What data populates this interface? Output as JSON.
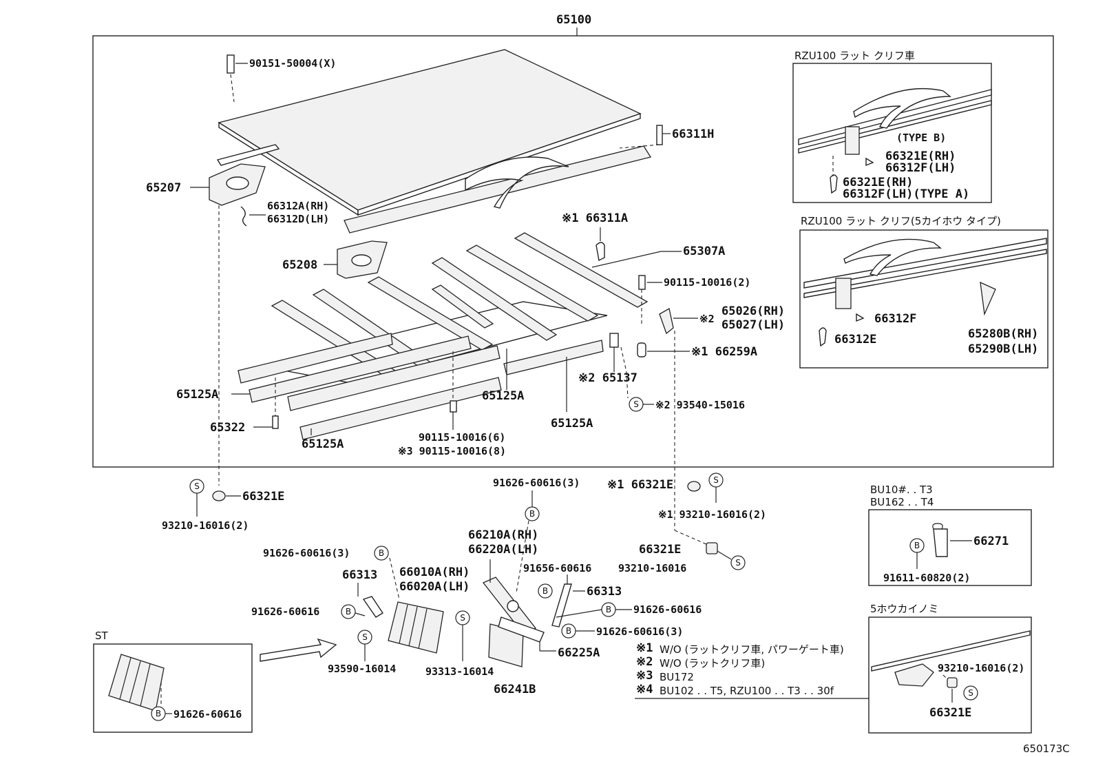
{
  "top_label": "65100",
  "figure_code": "650173C",
  "inset_rzu100_ratcliff": {
    "title": "RZU100 ラット クリフ車",
    "type_b": "(TYPE B)",
    "p1": "66321E(RH)",
    "p2": "66312F(LH)",
    "p3": "66321E(RH)",
    "p4": "66312F(LH)(TYPE A)"
  },
  "inset_rzu100_5kaihou": {
    "title": "RZU100 ラット クリフ(5カイホウ タイプ)",
    "p1": "66312F",
    "p2": "66312E",
    "p3": "65280B(RH)",
    "p4": "65290B(LH)"
  },
  "inset_bu10": {
    "title1": "BU10#. . T3",
    "title2": "BU162 . . T4",
    "p1": "66271",
    "p2": "91611-60820(2)",
    "sym": "B"
  },
  "inset_5hou": {
    "title": "5ホウカイノミ",
    "p1": "93210-16016(2)",
    "p2": "66321E",
    "sym": "S"
  },
  "inset_st": {
    "title": "ST",
    "p1": "91626-60616",
    "sym": "B"
  },
  "main_labels": {
    "l90151": "90151-50004(X)",
    "l66311H": "66311H",
    "l65207": "65207",
    "l66312A": "66312A(RH)",
    "l66312D": "66312D(LH)",
    "l66311A": "※1 66311A",
    "l65307A": "65307A",
    "l65208": "65208",
    "l90115a": "90115-10016(2)",
    "l65026": "65026(RH)",
    "l65027": "65027(LH)",
    "lnote2a": "※2",
    "l66259A": "※1 66259A",
    "l65125A_1": "65125A",
    "l65125A_2": "65125A",
    "l65125A_3": "65125A",
    "l65125A_4": "65125A",
    "l65137": "※2 65137",
    "l93540": "※2 93540-15016",
    "l65322": "65322",
    "l90115b": "90115-10016(6)",
    "l90115c": "※3 90115-10016(8)"
  },
  "lower_labels": {
    "l66321E_a": "66321E",
    "l93210_a": "93210-16016(2)",
    "l91626_a": "91626-60616(3)",
    "l66321E_b": "※1 66321E",
    "l93210_b": "※1 93210-16016(2)",
    "l66210A": "66210A(RH)",
    "l66220A": "66220A(LH)",
    "l91626_b": "91626-60616(3)",
    "l66321E_c": "66321E",
    "l93210_c": "93210-16016",
    "l66313_a": "66313",
    "l66010A": "66010A(RH)",
    "l66020A": "66020A(LH)",
    "l91656": "91656-60616",
    "l66313_b": "66313",
    "l91626_c": "91626-60616",
    "l91626_d": "91626-60616",
    "l91626_e": "91626-60616(3)",
    "l93590": "93590-16014",
    "l93313": "93313-16014",
    "l66225A": "66225A",
    "l66241B": "66241B"
  },
  "notes": [
    {
      "mark": "※1",
      "text": "W/O (ラットクリフ車, パワーゲート車)"
    },
    {
      "mark": "※2",
      "text": "W/O (ラットクリフ車)"
    },
    {
      "mark": "※3",
      "text": "BU172"
    },
    {
      "mark": "※4",
      "text": "BU102 . . T5, RZU100 . . T3 . . 30f"
    }
  ],
  "symbols": {
    "s": "S",
    "b": "B"
  }
}
